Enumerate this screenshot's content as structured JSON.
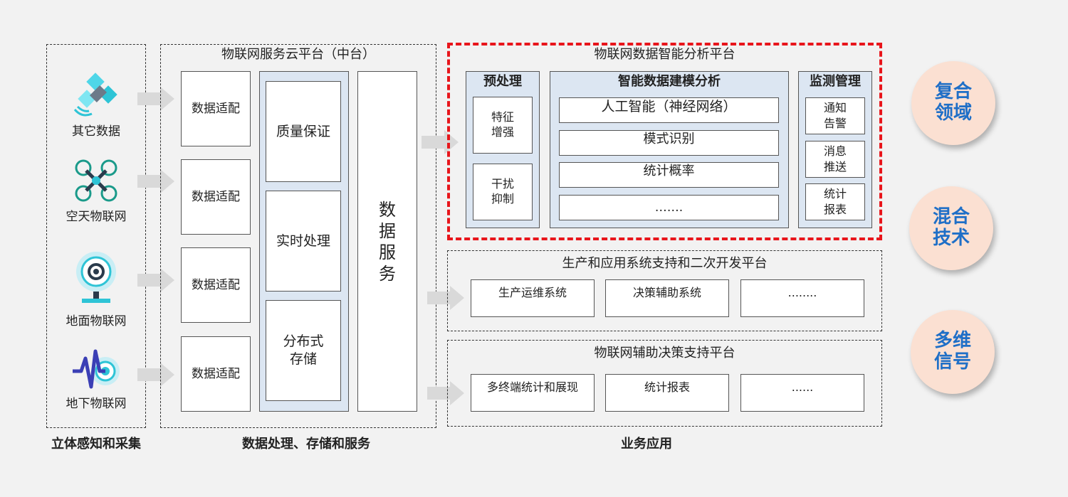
{
  "sources": [
    {
      "label": "其它数据",
      "icon": "satellite-icon"
    },
    {
      "label": "空天物联网",
      "icon": "drone-icon"
    },
    {
      "label": "地面物联网",
      "icon": "camera-icon"
    },
    {
      "label": "地下物联网",
      "icon": "signal-icon"
    }
  ],
  "cloud": {
    "title": "物联网服务云平台（中台）",
    "adapter": "数据适配",
    "processing": [
      "质量保证",
      "实时处理",
      "分布式\n存储"
    ],
    "service": "数\n据\n服\n务"
  },
  "analysis": {
    "title": "物联网数据智能分析平台",
    "pre": {
      "title": "预处理",
      "items": [
        "特征\n增强",
        "干扰\n抑制"
      ]
    },
    "model": {
      "title": "智能数据建模分析",
      "items": [
        "人工智能（神经网络）",
        "模式识别",
        "统计概率",
        "……."
      ]
    },
    "monitor": {
      "title": "监测管理",
      "items": [
        "通知\n告警",
        "消息\n推送",
        "统计\n报表"
      ]
    }
  },
  "production": {
    "title": "生产和应用系统支持和二次开发平台",
    "items": [
      "生产运维系统",
      "决策辅助系统",
      "........"
    ]
  },
  "decision": {
    "title": "物联网辅助决策支持平台",
    "items": [
      "多终端统计和展现",
      "统计报表",
      "......"
    ]
  },
  "bottom": [
    "立体感知和采集",
    "数据处理、存储和服务",
    "业务应用"
  ],
  "features": [
    "复合\n领域",
    "混合\n技术",
    "多维\n信号"
  ],
  "colors": {
    "accent": "#1f6fc7",
    "red": "#e8151b",
    "panel": "#dce6f2",
    "circle": "#fbe0d2",
    "icon": "#2ec4d6"
  }
}
